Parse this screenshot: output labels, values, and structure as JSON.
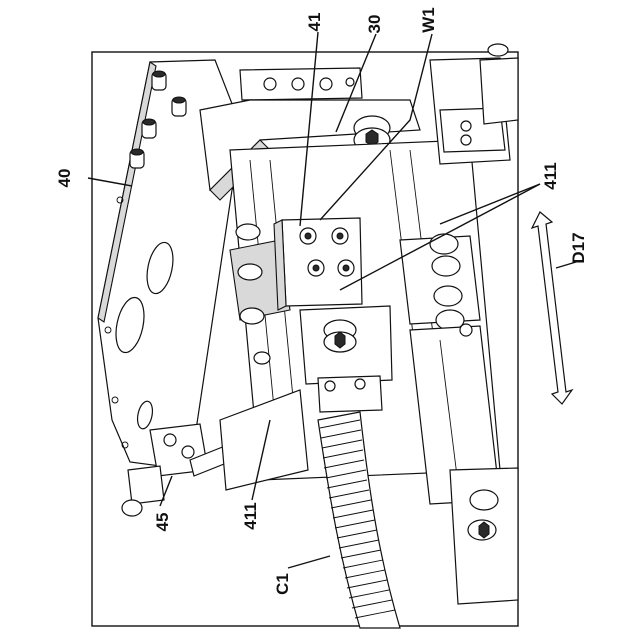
{
  "figure": {
    "labels": {
      "l40": "40",
      "l41": "41",
      "l30": "30",
      "lW1": "W1",
      "l411a": "411",
      "l411b": "411",
      "lD17": "D17",
      "l45": "45",
      "lC1": "C1"
    }
  }
}
